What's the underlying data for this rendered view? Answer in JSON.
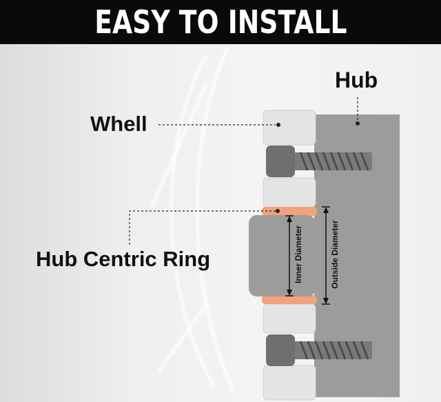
{
  "header": {
    "title": "EASY TO INSTALL"
  },
  "labels": {
    "hub": "Hub",
    "wheel": "Whell",
    "hub_centric_ring": "Hub Centric Ring",
    "inner_diameter": "Inner Diameter",
    "outside_diameter": "Outside Diameter"
  },
  "colors": {
    "banner": "#0a0a0a",
    "hub": "#9c9c9c",
    "wheel": "#e6e6e6",
    "ring": "#f0a27a",
    "bolt": "#6f6f6f"
  }
}
